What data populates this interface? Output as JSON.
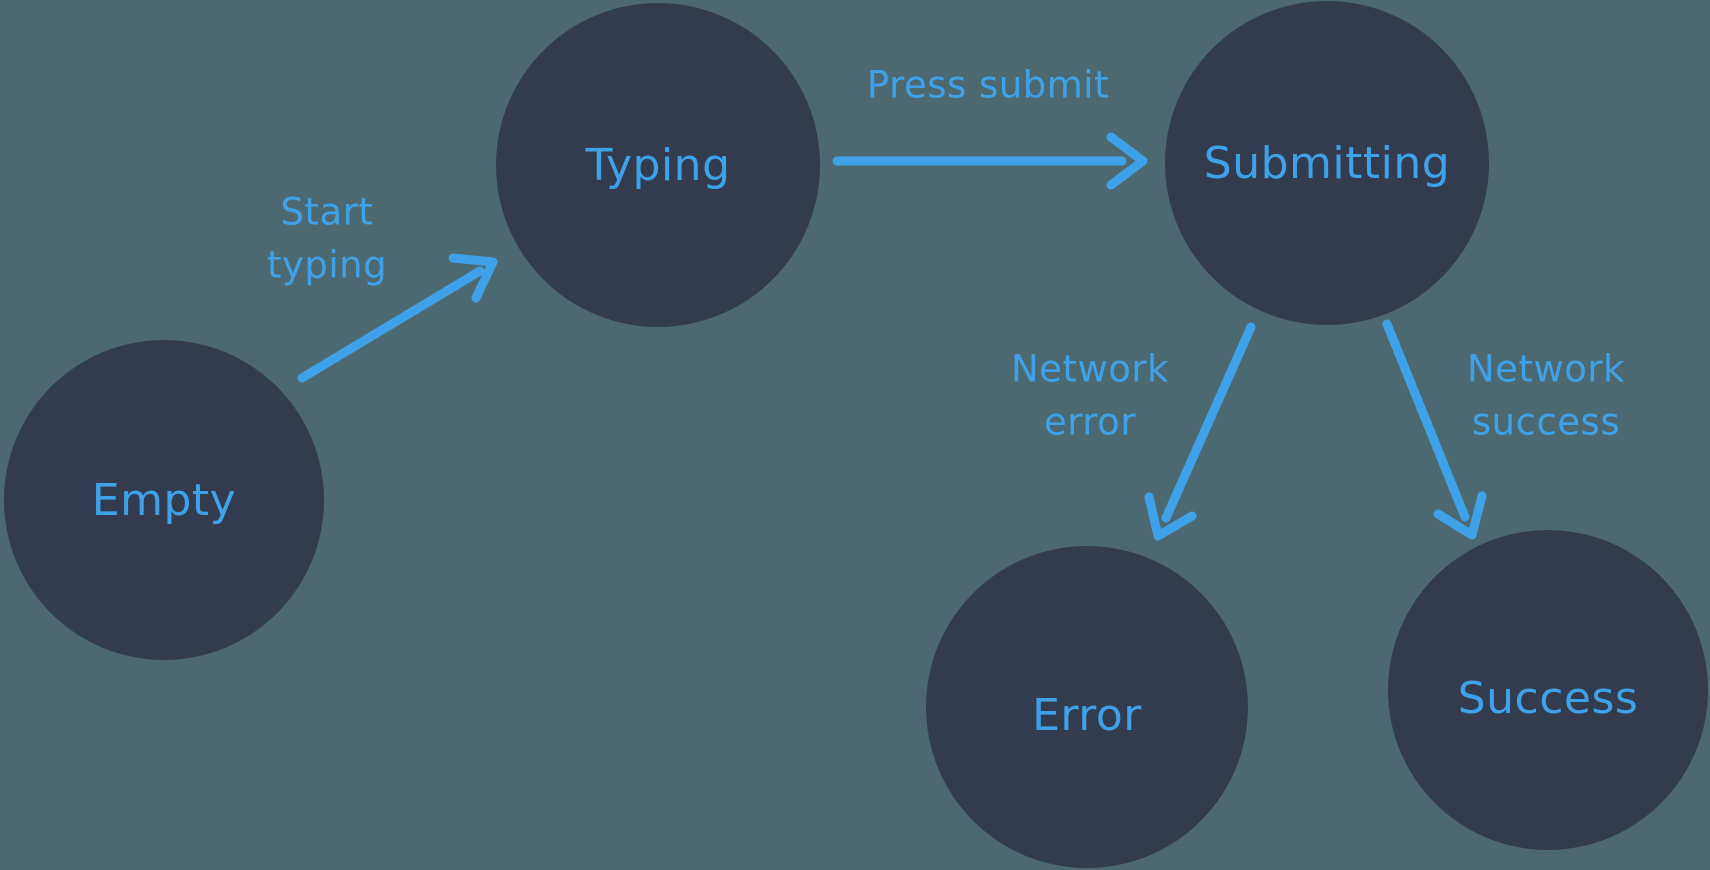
{
  "diagram": {
    "type": "state-machine-flowchart",
    "colors": {
      "background": "#4C6971",
      "node_fill": "#323C4E",
      "accent_blue": "#3FA2E8"
    },
    "nodes": [
      {
        "id": "empty",
        "label": "Empty"
      },
      {
        "id": "typing",
        "label": "Typing"
      },
      {
        "id": "submitting",
        "label": "Submitting"
      },
      {
        "id": "error",
        "label": "Error"
      },
      {
        "id": "success",
        "label": "Success"
      }
    ],
    "edges": [
      {
        "from": "Empty",
        "to": "Typing",
        "label": "Start\ntyping"
      },
      {
        "from": "Typing",
        "to": "Submitting",
        "label": "Press submit"
      },
      {
        "from": "Submitting",
        "to": "Error",
        "label": "Network\nerror"
      },
      {
        "from": "Submitting",
        "to": "Success",
        "label": "Network\nsuccess"
      }
    ]
  }
}
